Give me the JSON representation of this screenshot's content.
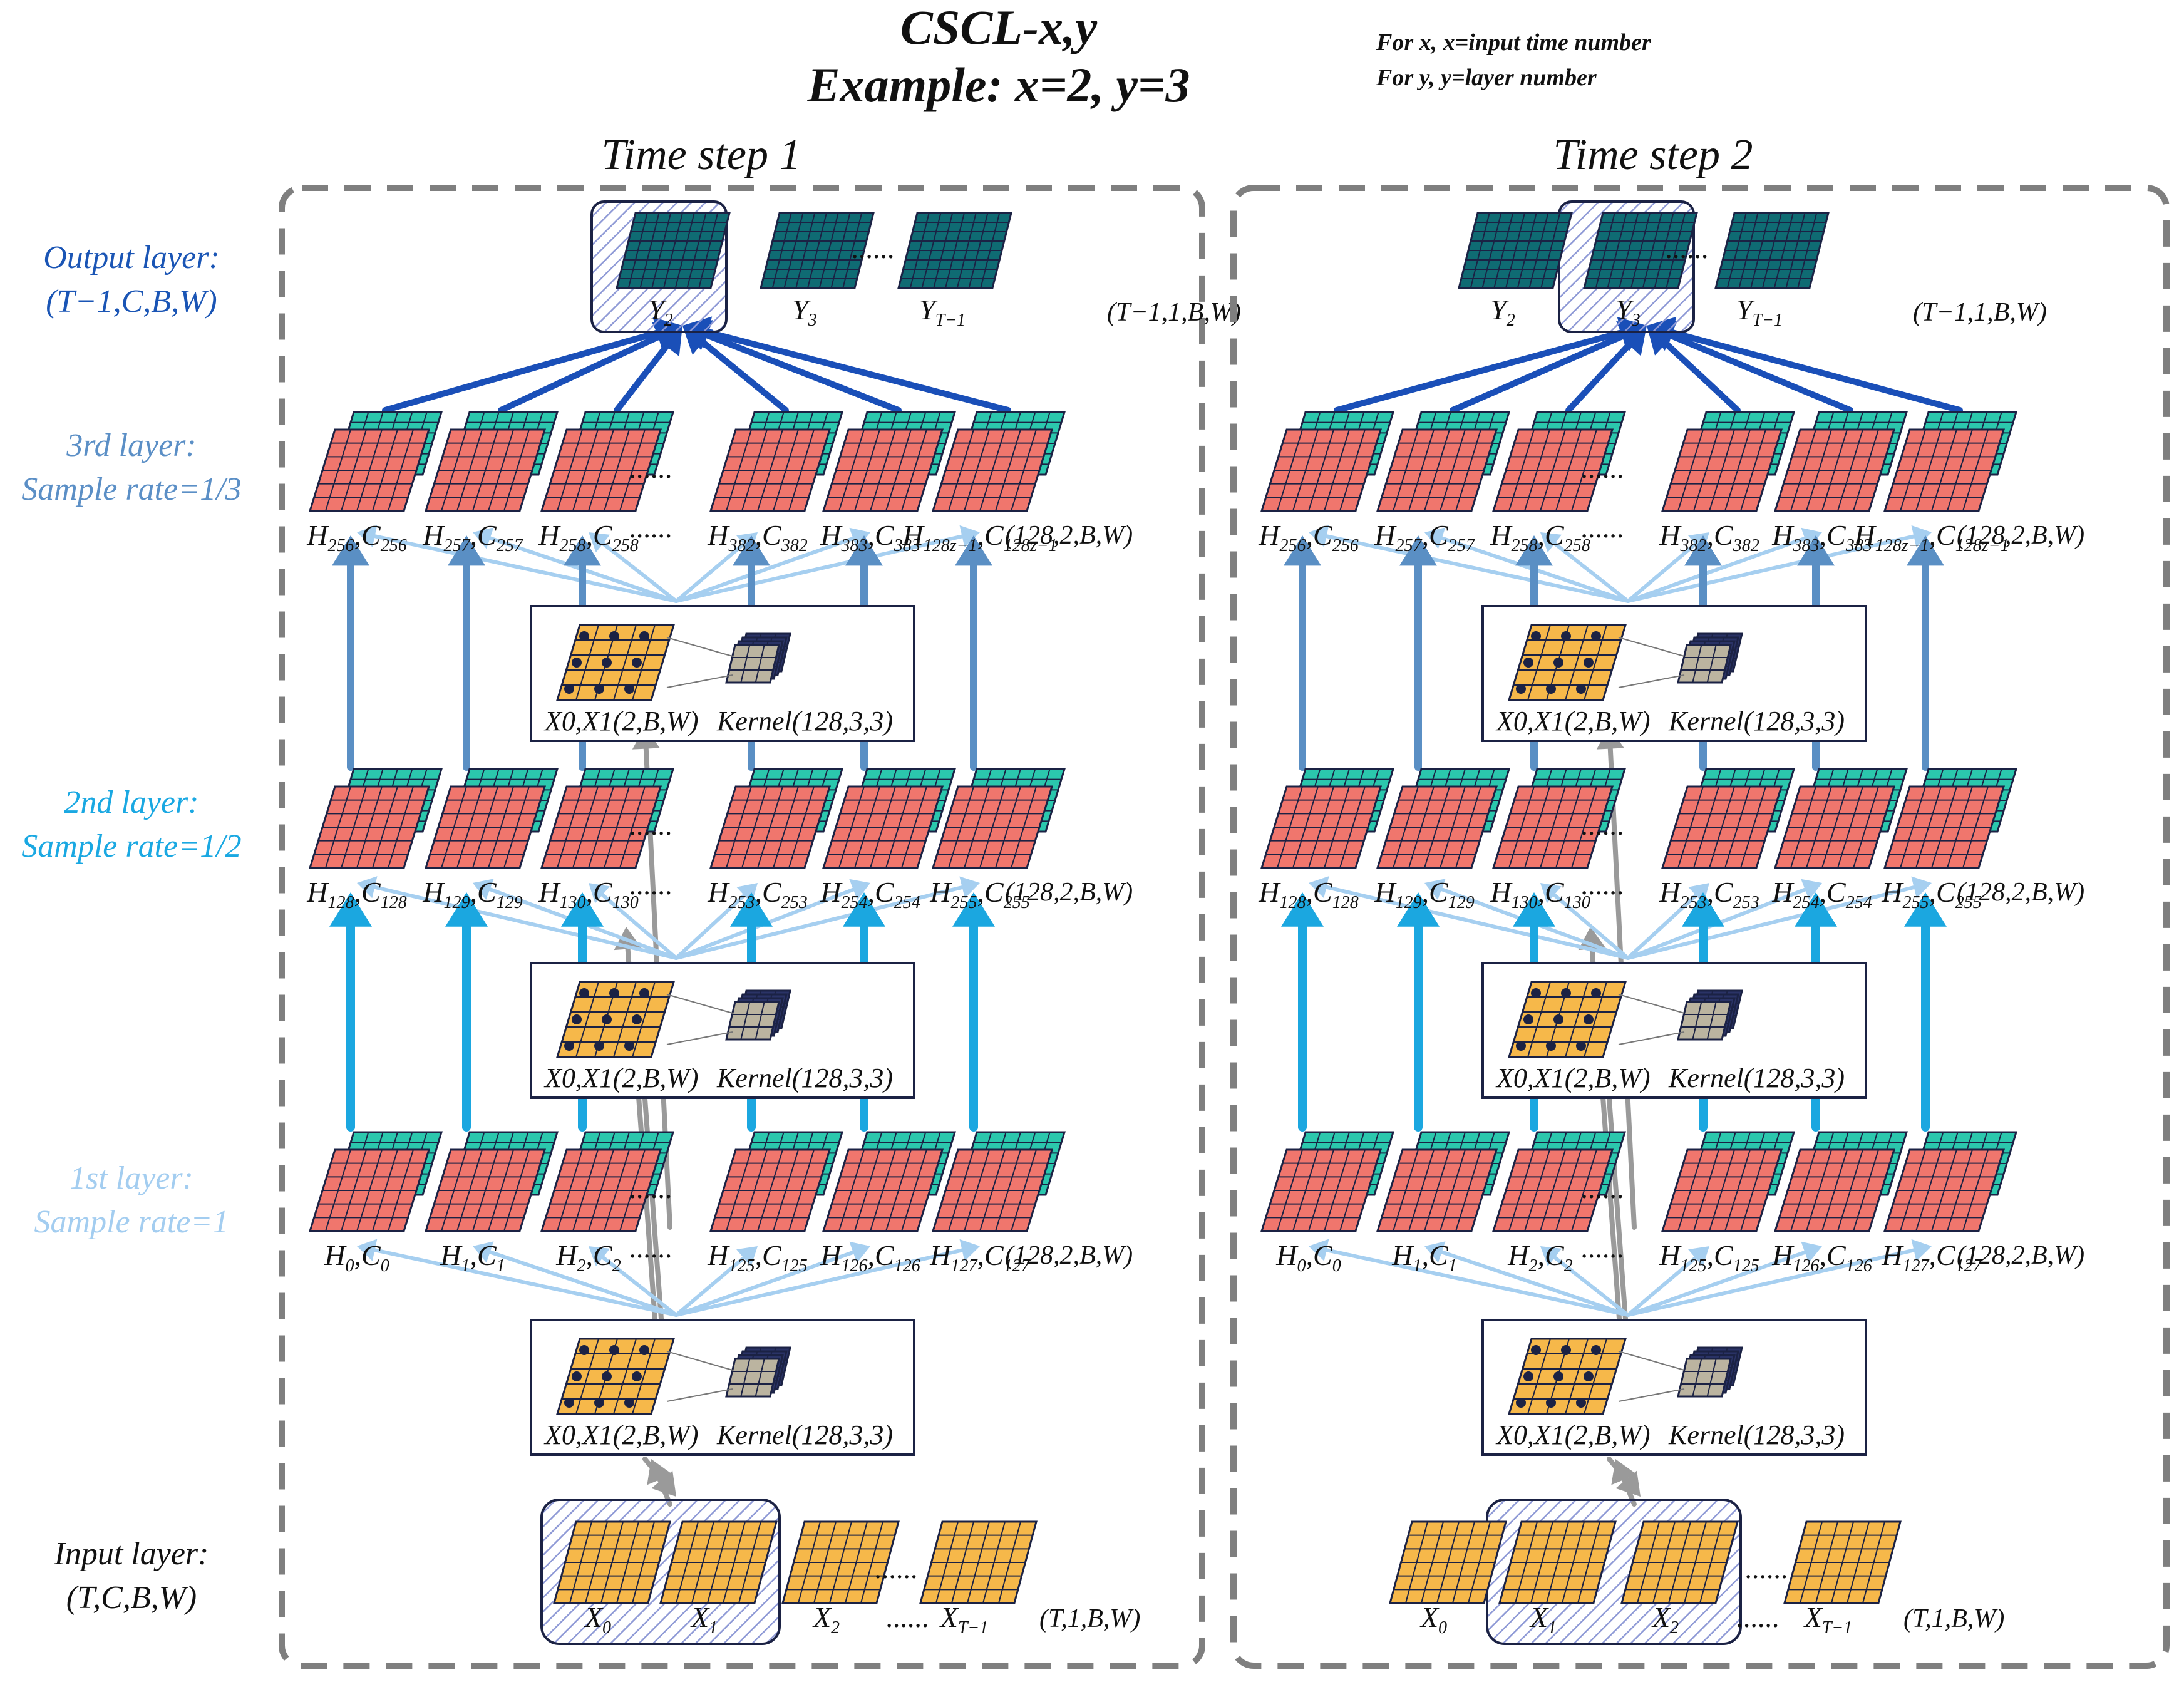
{
  "header": {
    "title": "CSCL-x,y",
    "example": "Example: x=2, y=3",
    "note_x": "For x, x=input time number",
    "note_y": "For y, y=layer number"
  },
  "colors": {
    "output_cell": "#0f6b73",
    "hidden_cell": "#f0766d",
    "cell_back": "#2bc7ad",
    "input_cell": "#f6b84a",
    "output_arrow": "#1a4fb8",
    "layer3_arrow": "#5a8fc4",
    "layer2_arrow": "#1ba7e0",
    "layer1_arrow": "#a6cff0",
    "input_arrow": "#9a9a9a",
    "output_label": "#1a55b5",
    "layer3_label": "#5b8fc6",
    "layer2_label": "#1aa8e2",
    "layer1_label": "#a3cdf0"
  },
  "side_labels": {
    "output": [
      "Output layer:",
      "(T−1,C,B,W)"
    ],
    "layer3": [
      "3rd layer:",
      "Sample rate=1/3"
    ],
    "layer2": [
      "2nd layer:",
      "Sample rate=1/2"
    ],
    "layer1": [
      "1st layer:",
      "Sample rate=1"
    ],
    "input": [
      "Input layer:",
      "(T,C,B,W)"
    ]
  },
  "panels": [
    {
      "title": "Time step 1",
      "output_highlight": "Y2",
      "input_highlight": [
        "X0",
        "X1"
      ]
    },
    {
      "title": "Time step 2",
      "output_highlight": "Y3",
      "input_highlight": [
        "X1",
        "X2"
      ]
    }
  ],
  "shapes": {
    "output": "(T−1,1,B,W)",
    "layer3": "(128,2,B,W)",
    "layer2": "(128,2,B,W)",
    "layer1": "(128,2,B,W)",
    "input": "(T,1,B,W)"
  },
  "output_labels": [
    [
      "Y",
      "2"
    ],
    [
      "Y",
      "3"
    ],
    [
      "Y",
      "T−1"
    ]
  ],
  "layer3_labels": [
    [
      "H",
      "256",
      "C",
      "256"
    ],
    [
      "H",
      "257",
      "C",
      "257"
    ],
    [
      "H",
      "258",
      "C",
      "258"
    ],
    [
      "H",
      "382",
      "C",
      "382"
    ],
    [
      "H",
      "383",
      "C",
      "383"
    ],
    [
      "H",
      "128z−1",
      "C",
      "128z−1"
    ]
  ],
  "layer2_labels": [
    [
      "H",
      "128",
      "C",
      "128"
    ],
    [
      "H",
      "129",
      "C",
      "129"
    ],
    [
      "H",
      "130",
      "C",
      "130"
    ],
    [
      "H",
      "253",
      "C",
      "253"
    ],
    [
      "H",
      "254",
      "C",
      "254"
    ],
    [
      "H",
      "255",
      "C",
      "255"
    ]
  ],
  "layer1_labels": [
    [
      "H",
      "0",
      "C",
      "0"
    ],
    [
      "H",
      "1",
      "C",
      "1"
    ],
    [
      "H",
      "2",
      "C",
      "2"
    ],
    [
      "H",
      "125",
      "C",
      "125"
    ],
    [
      "H",
      "126",
      "C",
      "126"
    ],
    [
      "H",
      "127",
      "C",
      "127"
    ]
  ],
  "input_labels": [
    [
      "X",
      "0"
    ],
    [
      "X",
      "1"
    ],
    [
      "X",
      "2"
    ],
    [
      "X",
      "T−1"
    ]
  ],
  "kernel_box": {
    "input_label": "X0,X1(2,B,W)",
    "kernel_label": "Kernel(128,3,3)"
  },
  "ellipsis": "......"
}
